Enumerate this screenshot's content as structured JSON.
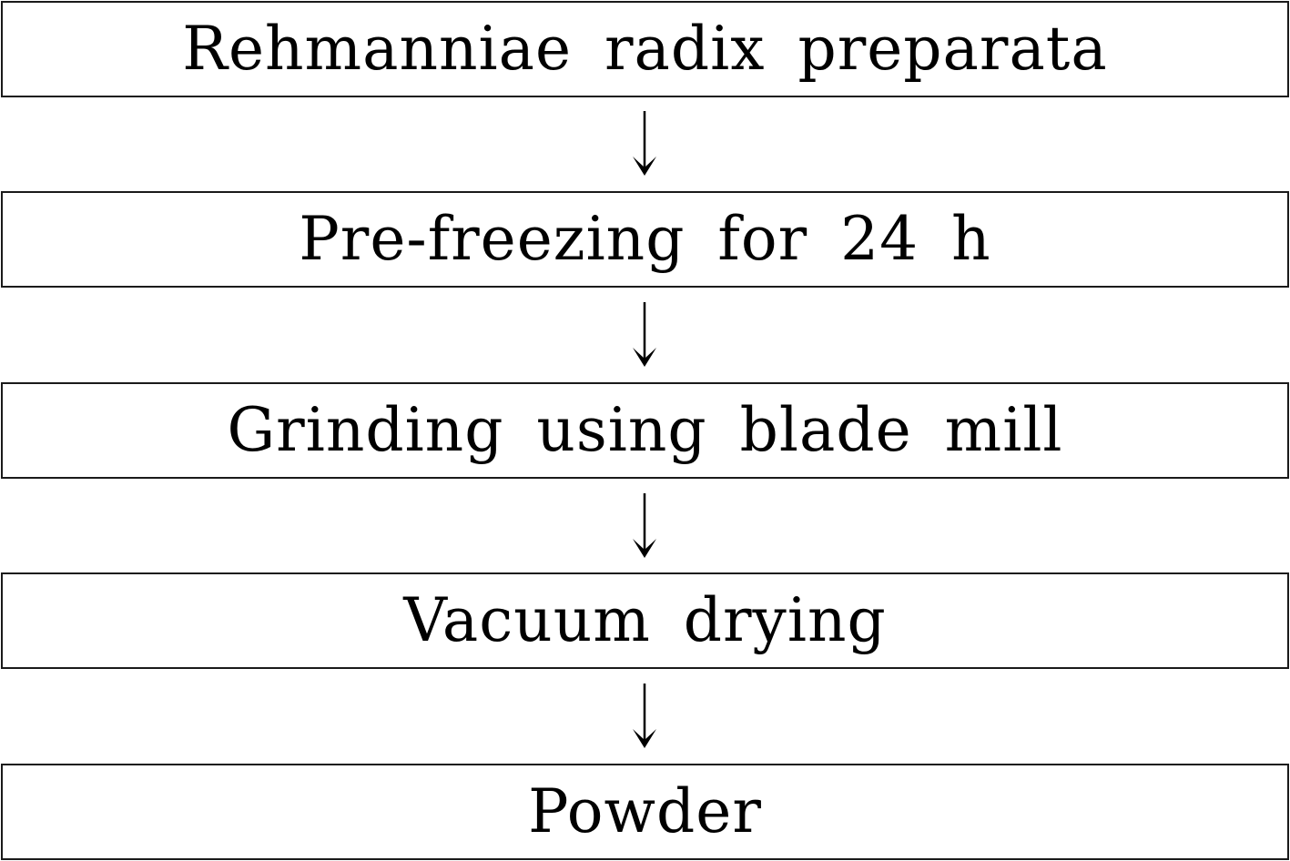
{
  "diagram": {
    "type": "flowchart",
    "direction": "top-to-bottom",
    "steps": [
      {
        "label": "Rehmanniae radix preparata"
      },
      {
        "label": "Pre-freezing for 24 h"
      },
      {
        "label": "Grinding using blade mill"
      },
      {
        "label": "Vacuum drying"
      },
      {
        "label": "Powder"
      }
    ],
    "connector_icon": "down-arrow-icon",
    "colors": {
      "border": "#1a1a1a",
      "text": "#000000",
      "background": "#ffffff"
    }
  }
}
